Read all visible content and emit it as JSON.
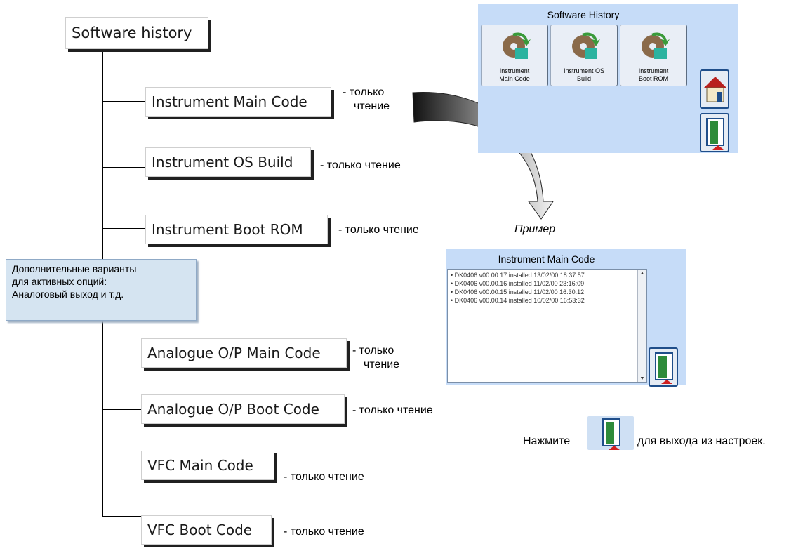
{
  "tree": {
    "root": "Software history",
    "items": [
      {
        "label": "Instrument Main Code",
        "note": "- только\nчтение"
      },
      {
        "label": "Instrument OS Build",
        "note": "- только чтение"
      },
      {
        "label": "Instrument Boot ROM",
        "note": "- только чтение"
      },
      {
        "label": "Analogue O/P Main Code",
        "note": "- только\nчтение"
      },
      {
        "label": "Analogue O/P Boot Code",
        "note": "- только чтение"
      },
      {
        "label": "VFC Main Code",
        "note": "- только чтение"
      },
      {
        "label": "VFC Boot Code",
        "note": "- только чтение"
      }
    ],
    "info_box": "Дополнительные варианты\nдля активных опций:\nАналоговый выход и т.д."
  },
  "software_screen": {
    "title": "Software History",
    "buttons": [
      {
        "label": "Instrument\nMain Code",
        "icon": "cd-update-icon"
      },
      {
        "label": "Instrument OS\nBuild",
        "icon": "cd-update-icon"
      },
      {
        "label": "Instrument\nBoot ROM",
        "icon": "cd-update-icon"
      }
    ],
    "side_buttons": [
      "home-icon",
      "exit-door-icon"
    ]
  },
  "example_label": "Пример",
  "main_code_screen": {
    "title": "Instrument Main Code",
    "entries": [
      "DK0406  v00.00.17 installed 13/02/00 18:37:57",
      "DK0406  v00.00.16 installed 11/02/00 23:16:09",
      "DK0406  v00.00.15 installed 11/02/00 16:30:12",
      "DK0406  v00.00.14 installed 10/02/00 16:53:32"
    ]
  },
  "exit_hint": {
    "before": "Нажмите",
    "after": "для выхода из настроек."
  },
  "colors": {
    "panel_bg": "#c6dcf8",
    "info_bg": "#d5e4f1",
    "door_green": "#2e8b3a",
    "door_frame": "#1f4e8a"
  }
}
